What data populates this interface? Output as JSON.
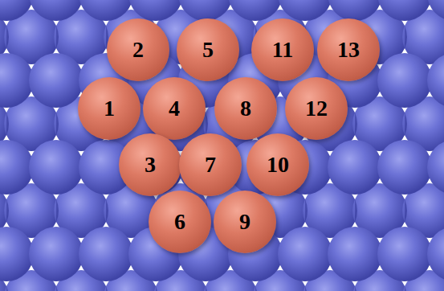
{
  "diagram": {
    "nodes": [
      {
        "text": [
          "2"
        ]
      },
      {
        "text": [
          "5"
        ]
      },
      {
        "text": [
          "11"
        ]
      },
      {
        "text": [
          "13"
        ]
      },
      {
        "text": [
          "1"
        ]
      },
      {
        "text": [
          "4"
        ]
      },
      {
        "text": [
          "8"
        ]
      },
      {
        "text": [
          "12"
        ]
      },
      {
        "text": [
          "3"
        ]
      },
      {
        "text": [
          "7"
        ]
      },
      {
        "text": [
          "10"
        ]
      },
      {
        "text": [
          "6"
        ]
      },
      {
        "text": [
          "9"
        ]
      }
    ]
  }
}
